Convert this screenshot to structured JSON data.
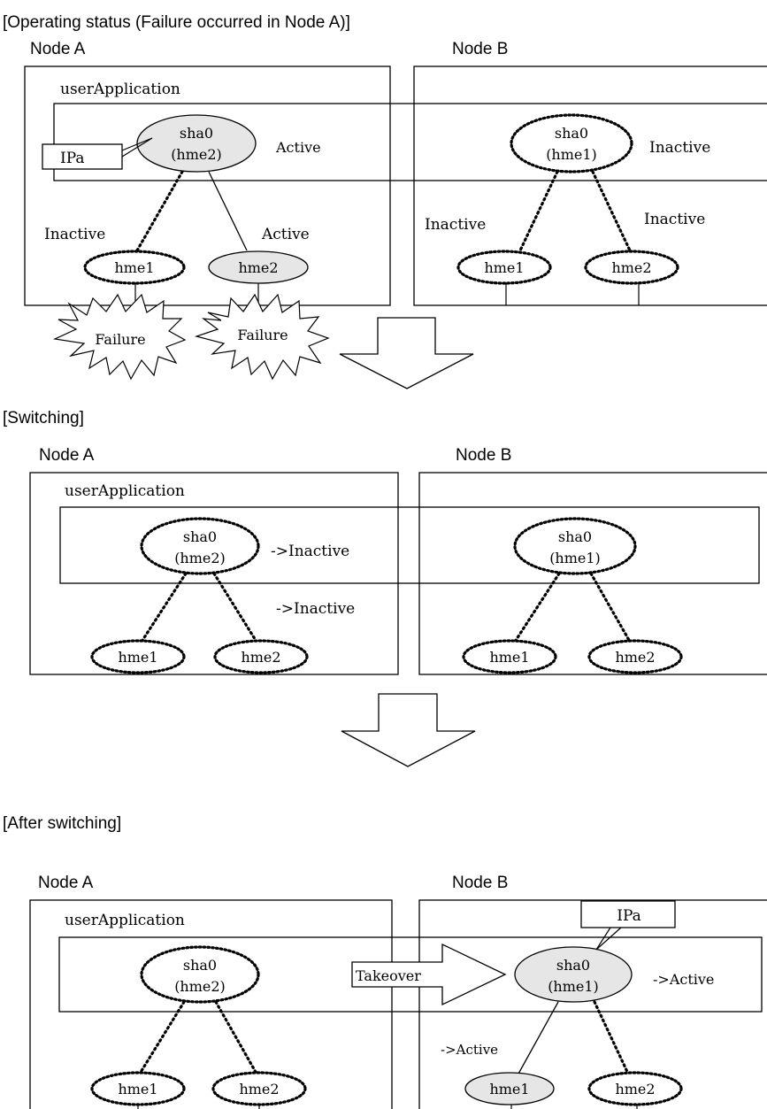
{
  "sections": {
    "s1": {
      "title": "[Operating status (Failure occurred in Node A)]",
      "node_a": "Node A",
      "node_b": "Node B",
      "user_app": "userApplication",
      "ipa": "IPa",
      "a_sha0_line1": "sha0",
      "a_sha0_line2": "(hme2)",
      "a_sha0_state": "Active",
      "a_hme1": "hme1",
      "a_hme2": "hme2",
      "a_hme1_state": "Inactive",
      "a_hme2_state": "Active",
      "b_sha0_line1": "sha0",
      "b_sha0_line2": "(hme1)",
      "b_sha0_state": "Inactive",
      "b_hme1": "hme1",
      "b_hme2": "hme2",
      "b_hme1_state": "Inactive",
      "b_hme2_state": "Inactive",
      "failure1": "Failure",
      "failure2": "Failure"
    },
    "s2": {
      "title": "[Switching]",
      "node_a": "Node A",
      "node_b": "Node B",
      "user_app": "userApplication",
      "a_sha0_line1": "sha0",
      "a_sha0_line2": "(hme2)",
      "a_sha0_state": "->Inactive",
      "a_hme2_state": "->Inactive",
      "a_hme1": "hme1",
      "a_hme2": "hme2",
      "b_sha0_line1": "sha0",
      "b_sha0_line2": "(hme1)",
      "b_hme1": "hme1",
      "b_hme2": "hme2"
    },
    "s3": {
      "title": "[After switching]",
      "node_a": "Node A",
      "node_b": "Node B",
      "user_app": "userApplication",
      "ipa": "IPa",
      "takeover": "Takeover",
      "a_sha0_line1": "sha0",
      "a_sha0_line2": "(hme2)",
      "a_hme1": "hme1",
      "a_hme2": "hme2",
      "b_sha0_line1": "sha0",
      "b_sha0_line2": "(hme1)",
      "b_sha0_state": "->Active",
      "b_hme1_state": "->Active",
      "b_hme1": "hme1",
      "b_hme2": "hme2"
    }
  }
}
